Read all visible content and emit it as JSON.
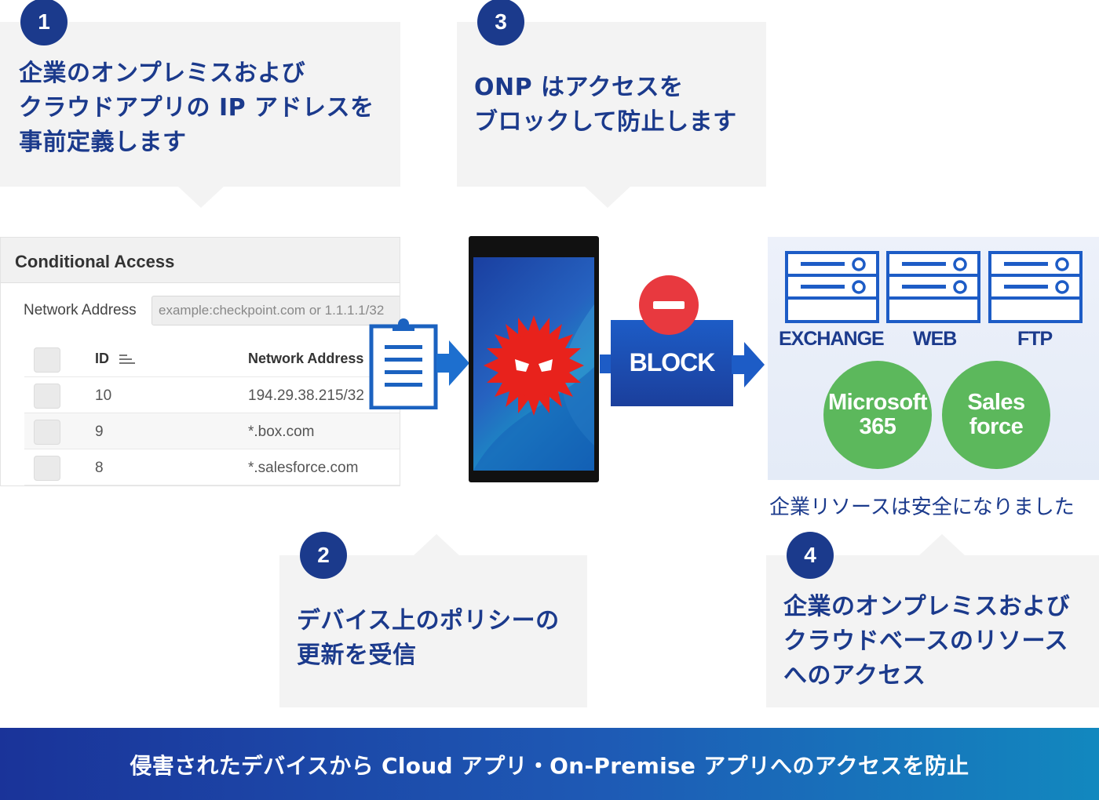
{
  "steps": [
    {
      "number": "1",
      "text": "企業のオンプレミスおよび\nクラウドアプリの IP アドレスを\n事前定義します"
    },
    {
      "number": "2",
      "text": "デバイス上のポリシーの\n更新を受信"
    },
    {
      "number": "3",
      "text": "ONP はアクセスを\nブロックして防止します"
    },
    {
      "number": "4",
      "text": "企業のオンプレミスおよび\nクラウドベースのリソース\nへのアクセス"
    }
  ],
  "conditional_access": {
    "title": "Conditional Access",
    "network_label": "Network Address",
    "network_placeholder": "example:checkpoint.com or 1.1.1.1/32",
    "col_id": "ID",
    "col_address": "Network Address",
    "rows": [
      {
        "id": "10",
        "address": "194.29.38.215/32"
      },
      {
        "id": "9",
        "address": "*.box.com"
      },
      {
        "id": "8",
        "address": "*.salesforce.com"
      }
    ]
  },
  "block_label": "BLOCK",
  "resources": {
    "servers": [
      "EXCHANGE",
      "WEB",
      "FTP"
    ],
    "apps": [
      "Microsoft\n365",
      "Sales\nforce"
    ],
    "caption": "企業リソースは安全になりました"
  },
  "footer": "侵害されたデバイスから Cloud アプリ・On-Premise アプリへのアクセスを防止",
  "colors": {
    "navy": "#1b3a8c",
    "callout_bg": "#f3f3f3",
    "block_red": "#e8393f",
    "app_green": "#5cb85c",
    "virus_red": "#e8221c"
  }
}
